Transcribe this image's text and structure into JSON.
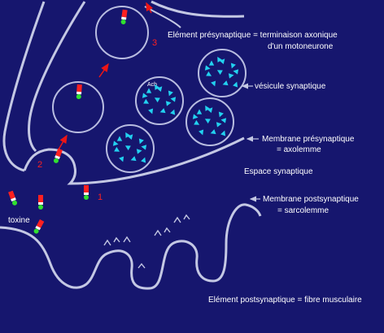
{
  "labels": {
    "presynaptic_element_line1": "Elément présynaptique  = terminaison axonique",
    "presynaptic_element_line2": "d'un motoneurone",
    "synaptic_vesicle": "vésicule synaptique",
    "presynaptic_membrane_line1": "Membrane présynaptique",
    "presynaptic_membrane_line2": "= axolemme",
    "synaptic_space": "Espace synaptique",
    "postsynaptic_membrane_line1": "Membrane postsynaptique",
    "postsynaptic_membrane_line2": "= sarcolemme",
    "postsynaptic_element": "Elément postsynaptique = fibre musculaire",
    "toxin": "toxine",
    "ach": "Ach"
  },
  "step_numbers": {
    "step1": "1",
    "step2": "2",
    "step3": "3"
  },
  "colors": {
    "background": "#16166e",
    "membrane": "#c4c8e4",
    "vesicle_outline": "#b8bce0",
    "ach_triangle": "#22d2f0",
    "toxin_red": "#ff2020",
    "toxin_green": "#30e030",
    "toxin_white": "#ffffff",
    "arrow_red": "#ee1515",
    "annotation_text": "#ffffff"
  }
}
